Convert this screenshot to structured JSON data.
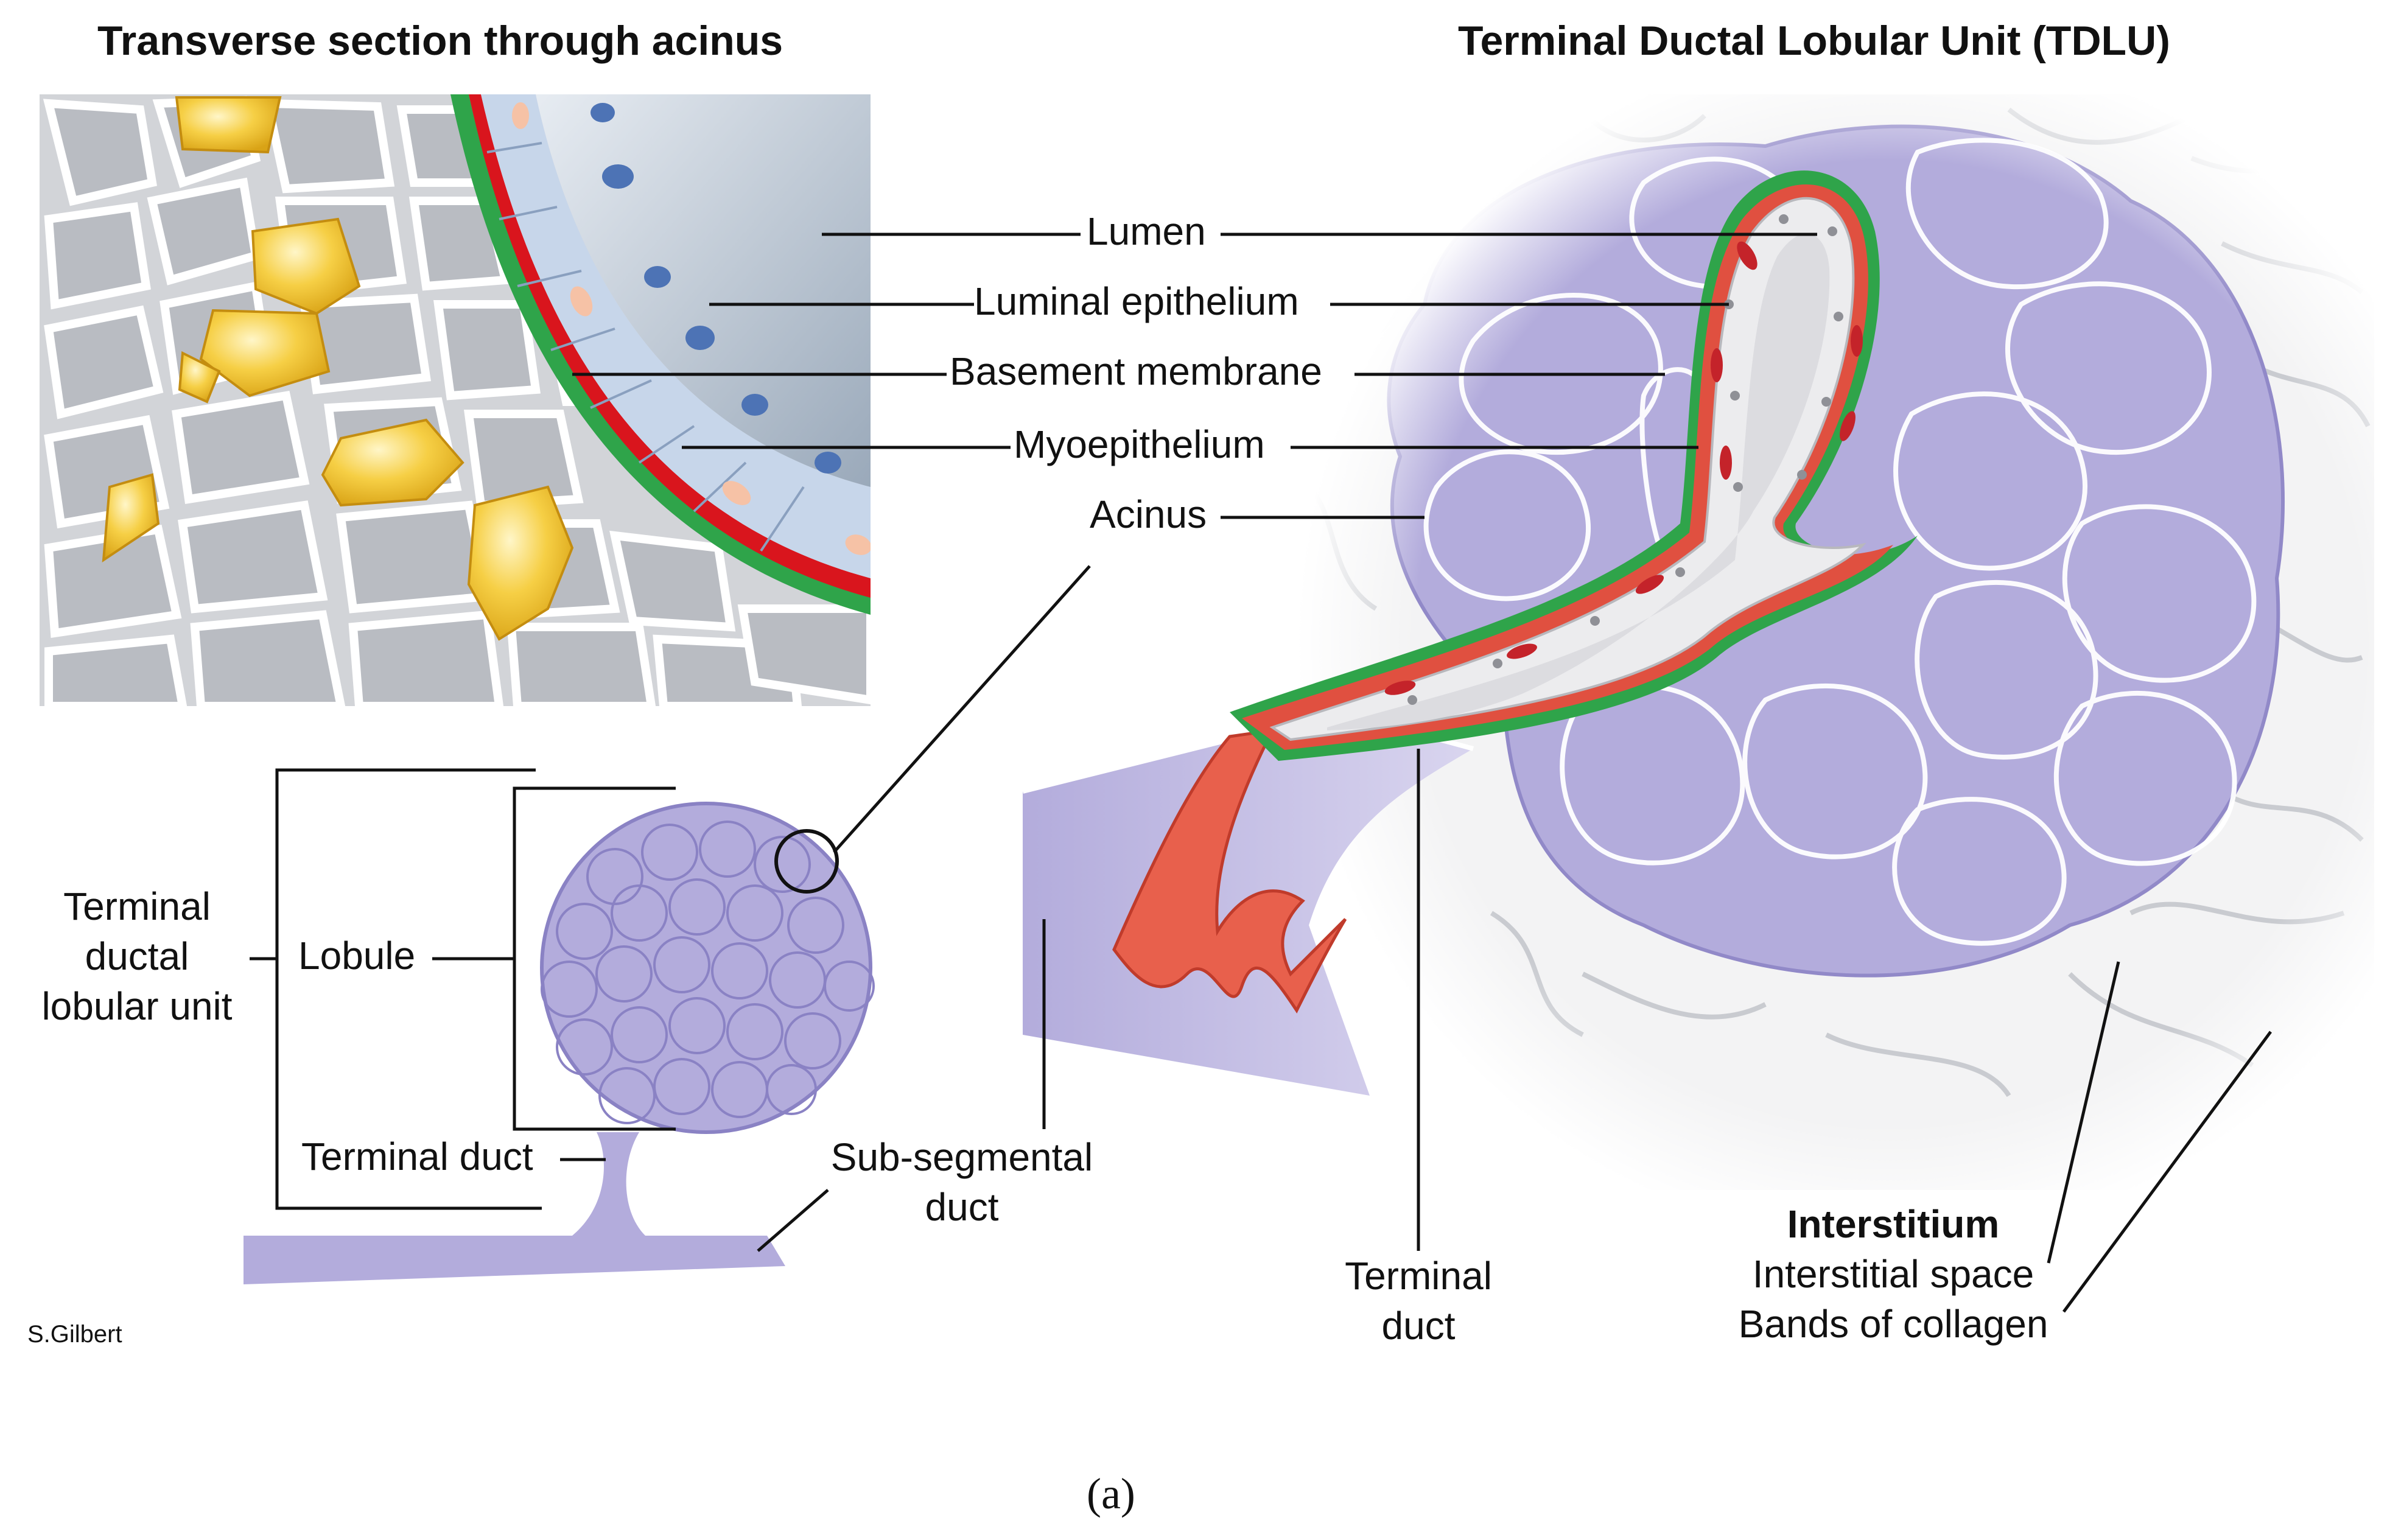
{
  "titles": {
    "left": "Transverse section through acinus",
    "right": "Terminal Ductal Lobular Unit (TDLU)"
  },
  "labels": {
    "lumen": "Lumen",
    "luminal_epithelium": "Luminal epithelium",
    "basement_membrane": "Basement membrane",
    "myoepithelium": "Myoepithelium",
    "acinus": "Acinus",
    "tdlu_line1": "Terminal",
    "tdlu_line2": "ductal",
    "tdlu_line3": "lobular unit",
    "lobule": "Lobule",
    "terminal_duct_left": "Terminal duct",
    "subsegmental_line1": "Sub-segmental",
    "subsegmental_line2": "duct",
    "terminal_duct_right_line1": "Terminal",
    "terminal_duct_right_line2": "duct",
    "interstitium": "Interstitium",
    "interstitial_space": "Interstitial space",
    "bands_of_collagen": "Bands of collagen"
  },
  "signature": "S.Gilbert",
  "caption": "(a)",
  "colors": {
    "lobule_fill": "#b3acdc",
    "lobule_outline": "#8a82c4",
    "basement_green": "#2fa44a",
    "myoepithelium_red": "#d9151d",
    "epithelium_blue": "#c7d6ea",
    "nucleus_blue": "#4d73b5",
    "fat_yellow": "#f3c42c",
    "stroma_gray": "#c9cbd0"
  }
}
